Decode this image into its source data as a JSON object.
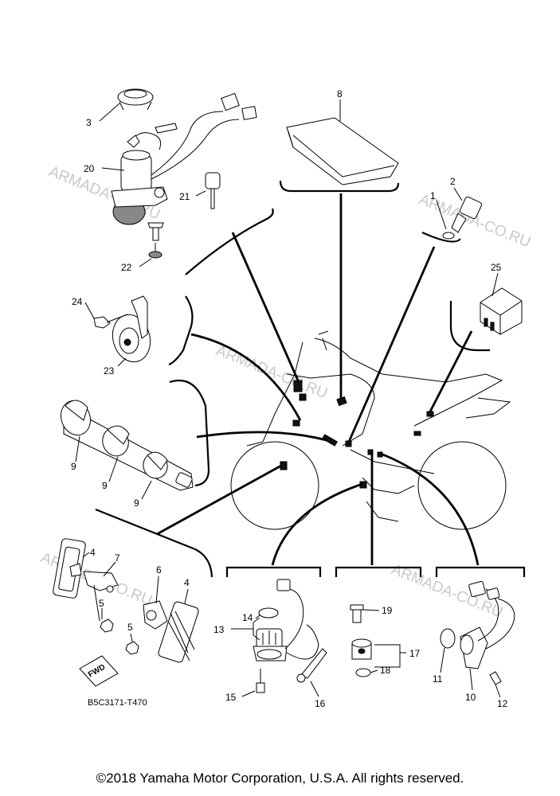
{
  "watermark": "ARMADA-CO.RU",
  "reference_code": "B5C3171-T470",
  "fwd_label": "FWD",
  "copyright": "©2018 Yamaha Motor Corporation, U.S.A. All rights reserved.",
  "callouts": {
    "c1": "1",
    "c2": "2",
    "c3": "3",
    "c4a": "4",
    "c4b": "4",
    "c5a": "5",
    "c5b": "5",
    "c6": "6",
    "c7": "7",
    "c8": "8",
    "c9a": "9",
    "c9b": "9",
    "c9c": "9",
    "c10": "10",
    "c11": "11",
    "c12": "12",
    "c13": "13",
    "c14": "14",
    "c15": "15",
    "c16": "16",
    "c17": "17",
    "c18": "18",
    "c19": "19",
    "c20": "20",
    "c21": "21",
    "c22": "22",
    "c23": "23",
    "c24": "24",
    "c25": "25"
  }
}
